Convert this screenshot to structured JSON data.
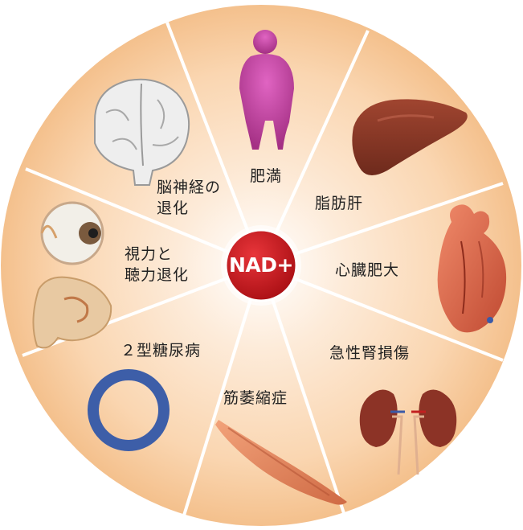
{
  "center": {
    "label": "NAD+"
  },
  "conditions": [
    {
      "id": "obesity",
      "label": "肥満"
    },
    {
      "id": "fatty-liver",
      "label": "脂肪肝"
    },
    {
      "id": "cardiac-hypertrophy",
      "label": "心臓肥大"
    },
    {
      "id": "acute-kidney-injury",
      "label": "急性腎損傷"
    },
    {
      "id": "sarcopenia",
      "label": "筋萎縮症"
    },
    {
      "id": "type2-diabetes",
      "label": "２型糖尿病"
    },
    {
      "id": "vision-hearing-decline",
      "label": "視力と\n聴力退化"
    },
    {
      "id": "neurodegeneration",
      "label": "脳神経の\n退化"
    }
  ],
  "colors": {
    "center_fill": "#c8151b",
    "ring_inner": "#fde6d2",
    "ring_outer": "#f6c89a",
    "spoke": "#ffffff",
    "label_text": "#222222"
  },
  "icons": [
    "body-silhouette-icon",
    "liver-icon",
    "heart-icon",
    "kidneys-icon",
    "muscle-icon",
    "ring-icon",
    "eye-ear-icon",
    "brain-icon"
  ]
}
